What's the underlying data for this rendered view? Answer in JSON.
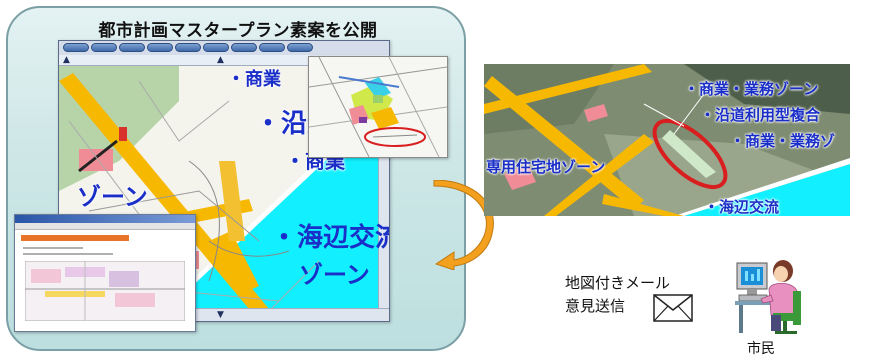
{
  "panel": {
    "title": "都市計画マスタープラン素案を公開"
  },
  "main_map": {
    "labels": {
      "commercial_1": "・商業",
      "roadside": "・沿道",
      "commercial_2": "・商業",
      "zone_left": "ゾーン",
      "seaside_1": "・海辺交流",
      "seaside_2": "ゾーン"
    },
    "colors": {
      "road_yellow": "#f6b800",
      "residential_pink": "#f08c95",
      "sea_cyan": "#12f0ff",
      "green_area": "#a8cc9a",
      "label_blue": "#1a2ec8"
    }
  },
  "right_map": {
    "labels": {
      "commercial_business_1": "・商業・業務ゾーン",
      "roadside_complex": "・沿道利用型複合",
      "commercial_business_2": "・商業・業務ゾ",
      "residential_zone": "専用住宅地ゾーン",
      "seaside": "・海辺交流"
    },
    "highlight_color": "#d81e1e"
  },
  "mail": {
    "caption_line1": "地図付きメール",
    "caption_line2": "意見送信",
    "icon": "envelope-icon"
  },
  "citizen": {
    "label": "市民",
    "icon": "person-at-computer-icon"
  },
  "arrow": {
    "color": "#f2a01e",
    "icon": "curved-arrow-icon"
  }
}
